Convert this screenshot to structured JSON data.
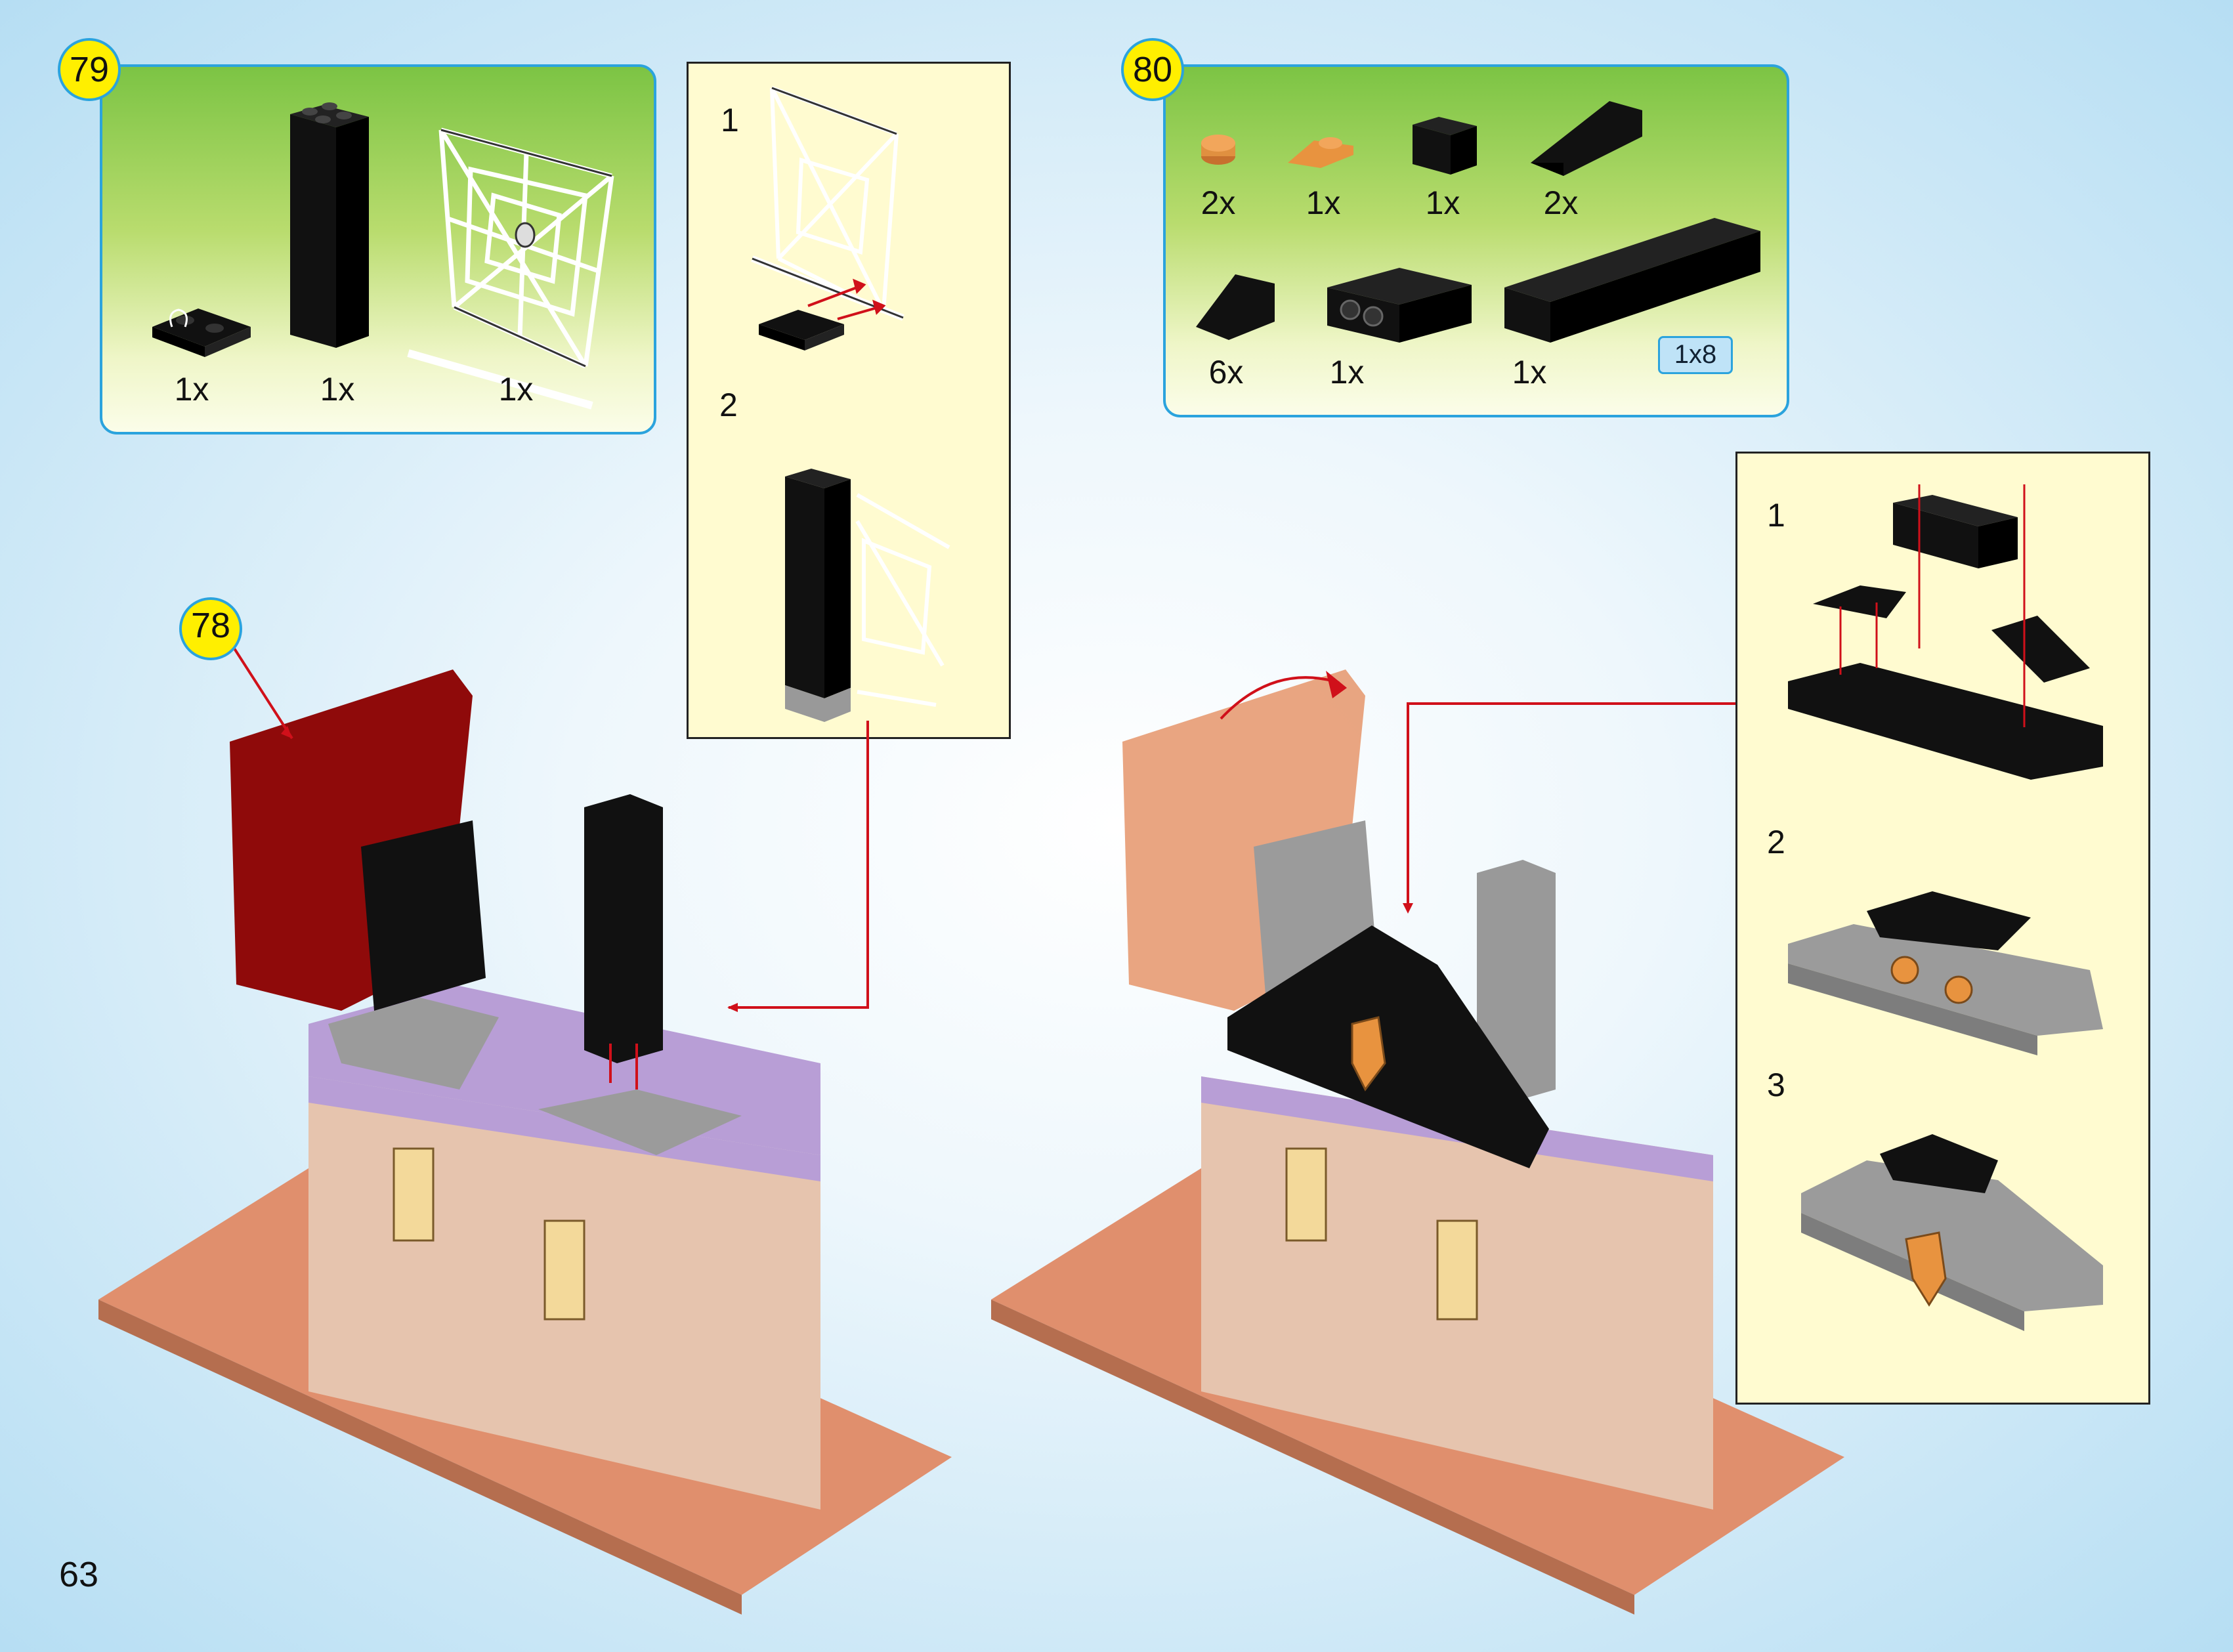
{
  "page": {
    "number": "63"
  },
  "steps": {
    "s78": {
      "badge": "78"
    },
    "s79": {
      "badge": "79",
      "parts": [
        {
          "qty": "1x",
          "part": "plate-clip-icon"
        },
        {
          "qty": "1x",
          "part": "tall-black-brick-icon"
        },
        {
          "qty": "1x",
          "part": "spider-web-icon"
        }
      ],
      "sub_steps": [
        "1",
        "2"
      ]
    },
    "s80": {
      "badge": "80",
      "parts": [
        {
          "qty": "2x",
          "part": "round-tile-icon"
        },
        {
          "qty": "1x",
          "part": "orange-shovel-icon"
        },
        {
          "qty": "1x",
          "part": "black-brick-icon"
        },
        {
          "qty": "2x",
          "part": "black-slope-icon"
        },
        {
          "qty": "6x",
          "part": "small-slope-icon"
        },
        {
          "qty": "1x",
          "part": "technic-brick-icon"
        },
        {
          "qty": "1x",
          "part": "long-black-brick-icon"
        }
      ],
      "length_tag": "1x8",
      "sub_steps": [
        "1",
        "2",
        "3"
      ]
    }
  },
  "colors": {
    "accent_blue": "#2ba3dd",
    "badge_yellow": "#ffef00",
    "arrow_red": "#d0101a",
    "brick_black": "#111111",
    "wall_tan": "#e6c4ae",
    "roof_orange": "#e08f6d",
    "plate_purple": "#b89ed6",
    "wall_red": "#8f0a0a"
  }
}
